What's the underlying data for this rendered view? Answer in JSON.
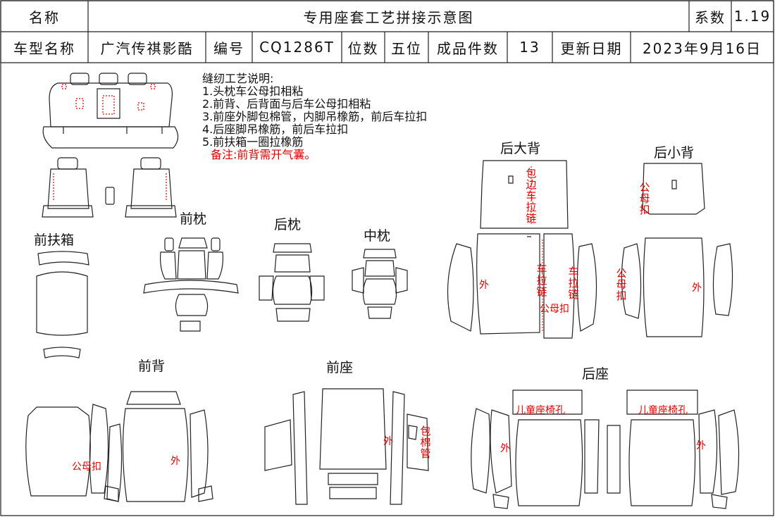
{
  "header": {
    "name_label": "名称",
    "title": "专用座套工艺拼接示意图",
    "coef_label": "系数",
    "coef_value": "1.19",
    "model_label": "车型名称",
    "model_value": "广汽传祺影酷",
    "code_label": "编号",
    "code_value": "CQ1286T",
    "seats_label": "位数",
    "seats_value": "五位",
    "pieces_label": "成品件数",
    "pieces_value": "13",
    "date_label": "更新日期",
    "date_value": "2023年9月16日"
  },
  "notes": {
    "title": "缝纫工艺说明:",
    "items": [
      "1.头枕车公母扣相粘",
      "2.前背、后背面与后车公母扣相粘",
      "3.前座外脚包棉管，内脚吊橡筋，前后车拉扣",
      "4.后座脚吊橡筋，前后车拉扣",
      "5.前扶箱一圈拉橡筋"
    ],
    "remark": "备注:前背需开气囊。"
  },
  "sections": {
    "front_armrest": "前扶箱",
    "front_headrest": "前枕",
    "rear_headrest": "后枕",
    "middle_headrest": "中枕",
    "rear_big_back": "后大背",
    "rear_small_back": "后小背",
    "front_back": "前背",
    "front_seat": "前座",
    "rear_seat": "后座"
  },
  "annotations": {
    "edge_zip": "包边车拉链",
    "male_female": "公母扣",
    "outer": "外",
    "zip": "车拉链",
    "male_female_snap": "公母扣",
    "cotton_tube": "包棉管",
    "child_seat_hole": "儿童座椅孔"
  },
  "colors": {
    "red": "#e00000",
    "line": "#222222"
  }
}
